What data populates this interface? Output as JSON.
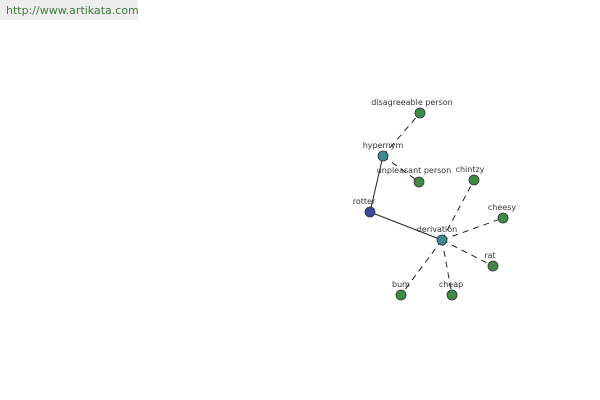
{
  "header": {
    "url_text": "http://www.artikata.com"
  },
  "colors": {
    "word_node": "#3f8a45",
    "relation_node": "#3c8b92",
    "root_node": "#3a4aa0",
    "banner_bg": "#eeeeee",
    "banner_text": "#3a7a3a",
    "edge": "#222222"
  },
  "graph": {
    "root": "rotter",
    "nodes": [
      {
        "id": "disagreeable_person",
        "label": "disagreeable person",
        "kind": "word"
      },
      {
        "id": "hypernym",
        "label": "hypernym",
        "kind": "relation"
      },
      {
        "id": "unpleasant_person",
        "label": "unpleasant person",
        "kind": "word"
      },
      {
        "id": "chintzy",
        "label": "chintzy",
        "kind": "word"
      },
      {
        "id": "cheesy",
        "label": "cheesy",
        "kind": "word"
      },
      {
        "id": "rotter",
        "label": "rotter",
        "kind": "root"
      },
      {
        "id": "derivation",
        "label": "derivation",
        "kind": "relation"
      },
      {
        "id": "rat",
        "label": "rat",
        "kind": "word"
      },
      {
        "id": "bum",
        "label": "bum",
        "kind": "word"
      },
      {
        "id": "cheap",
        "label": "cheap",
        "kind": "word"
      }
    ],
    "edges": [
      {
        "from": "rotter",
        "to": "hypernym",
        "style": "solid"
      },
      {
        "from": "rotter",
        "to": "derivation",
        "style": "solid"
      },
      {
        "from": "hypernym",
        "to": "disagreeable_person",
        "style": "dashed"
      },
      {
        "from": "hypernym",
        "to": "unpleasant_person",
        "style": "dashed"
      },
      {
        "from": "derivation",
        "to": "chintzy",
        "style": "dashed"
      },
      {
        "from": "derivation",
        "to": "cheesy",
        "style": "dashed"
      },
      {
        "from": "derivation",
        "to": "rat",
        "style": "dashed"
      },
      {
        "from": "derivation",
        "to": "bum",
        "style": "dashed"
      },
      {
        "from": "derivation",
        "to": "cheap",
        "style": "dashed"
      }
    ]
  }
}
